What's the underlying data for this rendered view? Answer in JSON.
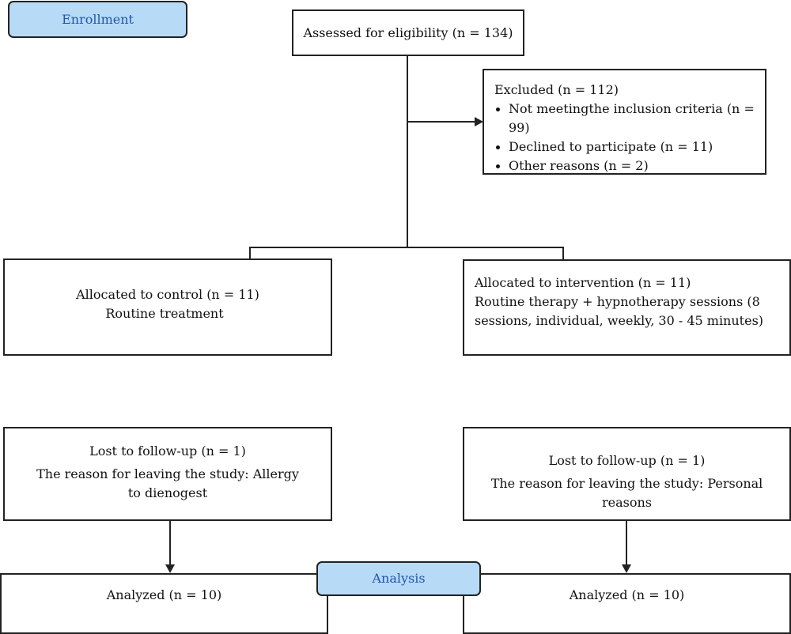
{
  "labels": {
    "enrollment": "Enrollment",
    "analysis": "Analysis"
  },
  "assessed": "Assessed for eligibility (n = 134)",
  "excluded": {
    "title": "Excluded (n = 112)",
    "items": [
      "Not meetingthe inclusion criteria (n = 99)",
      "Declined to participate (n = 11)",
      "Other reasons (n = 2)"
    ]
  },
  "control": {
    "allocated": "Allocated to control (n = 11)",
    "treatment": "Routine treatment",
    "lost": "Lost to follow-up (n = 1)",
    "reason": "The reason for leaving the study: Allergy to dienogest",
    "analyzed": "Analyzed (n = 10)"
  },
  "intervention": {
    "allocated": "Allocated to intervention (n = 11)",
    "treatment": "Routine therapy + hypnotherapy sessions (8 sessions, individual, weekly, 30 - 45 minutes)",
    "lost": "Lost to follow-up (n = 1)",
    "reason": "The reason for leaving the study: Personal reasons",
    "analyzed": "Analyzed (n = 10)"
  },
  "colors": {
    "label_fill": "#b7dbf7",
    "label_text": "#2255aa",
    "line": "#222222"
  }
}
